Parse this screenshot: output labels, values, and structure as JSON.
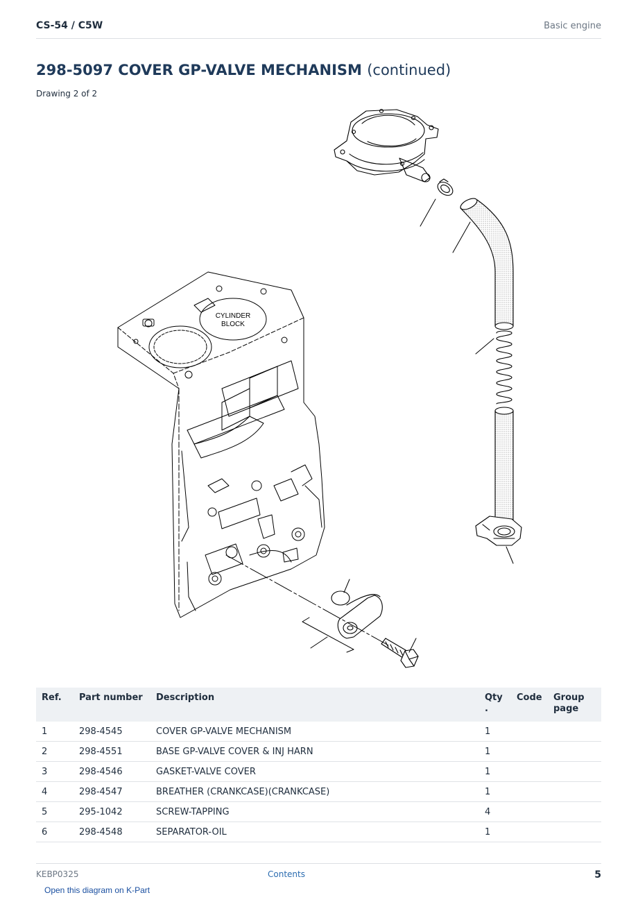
{
  "header": {
    "model": "CS-54 / C5W",
    "section": "Basic engine"
  },
  "title": {
    "main": "298-5097 COVER GP-VALVE MECHANISM",
    "suffix": "(continued)"
  },
  "drawing_note": "Drawing 2 of 2",
  "diagram": {
    "label_line1": "CYLINDER",
    "label_line2": "BLOCK"
  },
  "table": {
    "headers": {
      "ref": "Ref.",
      "part_number": "Part number",
      "description": "Description",
      "qty": "Qty",
      "qty2": ".",
      "code": "Code",
      "group": "Group",
      "group2": "page"
    },
    "rows": [
      {
        "ref": "1",
        "part_number": "298-4545",
        "description": "COVER GP-VALVE MECHANISM",
        "qty": "1",
        "code": "",
        "group_page": ""
      },
      {
        "ref": "2",
        "part_number": "298-4551",
        "description": "BASE GP-VALVE COVER & INJ HARN",
        "qty": "1",
        "code": "",
        "group_page": ""
      },
      {
        "ref": "3",
        "part_number": "298-4546",
        "description": "GASKET-VALVE COVER",
        "qty": "1",
        "code": "",
        "group_page": ""
      },
      {
        "ref": "4",
        "part_number": "298-4547",
        "description": "BREATHER (CRANKCASE)(CRANKCASE)",
        "qty": "1",
        "code": "",
        "group_page": ""
      },
      {
        "ref": "5",
        "part_number": "295-1042",
        "description": "SCREW-TAPPING",
        "qty": "4",
        "code": "",
        "group_page": ""
      },
      {
        "ref": "6",
        "part_number": "298-4548",
        "description": "SEPARATOR-OIL",
        "qty": "1",
        "code": "",
        "group_page": ""
      }
    ]
  },
  "footer": {
    "doc_code": "KEBP0325",
    "contents": "Contents",
    "page": "5"
  },
  "kpart_link": "Open this diagram on K-Part"
}
